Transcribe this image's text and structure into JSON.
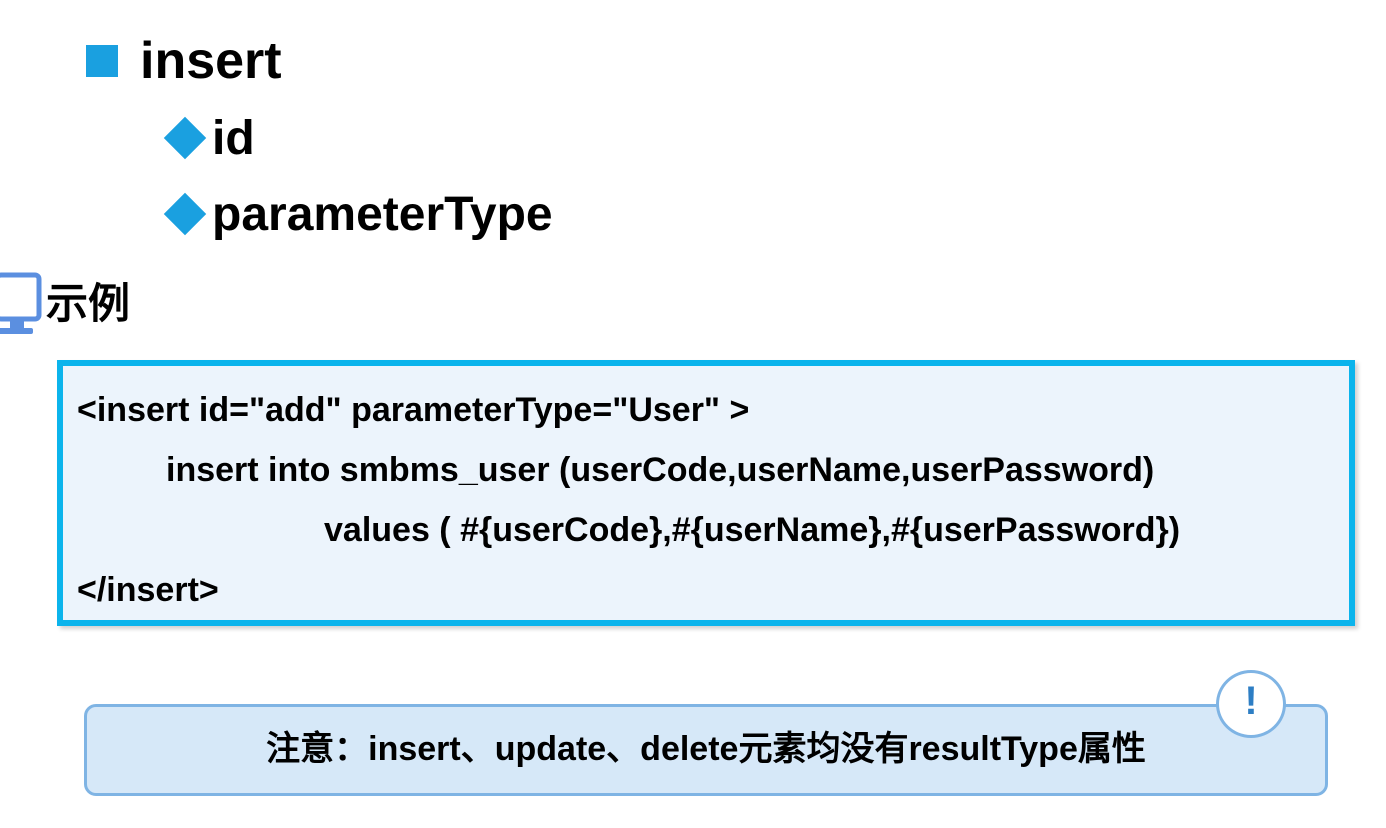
{
  "heading": {
    "title": "insert"
  },
  "sub_items": [
    {
      "label": "id"
    },
    {
      "label": "parameterType"
    }
  ],
  "example": {
    "label": "示例",
    "icon": "monitor-icon"
  },
  "code": {
    "lines": [
      "<insert  id=\"add\" parameterType=\"User\" >",
      "insert into  smbms_user (userCode,userName,userPassword)",
      "values ( #{userCode},#{userName},#{userPassword})",
      "</insert>"
    ]
  },
  "note": {
    "text": "注意：insert、update、delete元素均没有resultType属性",
    "badge": "!",
    "icon": "exclamation-icon"
  },
  "colors": {
    "bullet": "#1aa0e0",
    "code_border": "#0bb4ec",
    "code_background": "#ecf4fc",
    "note_border": "#7fb4e4",
    "note_background": "#d6e8f8"
  }
}
